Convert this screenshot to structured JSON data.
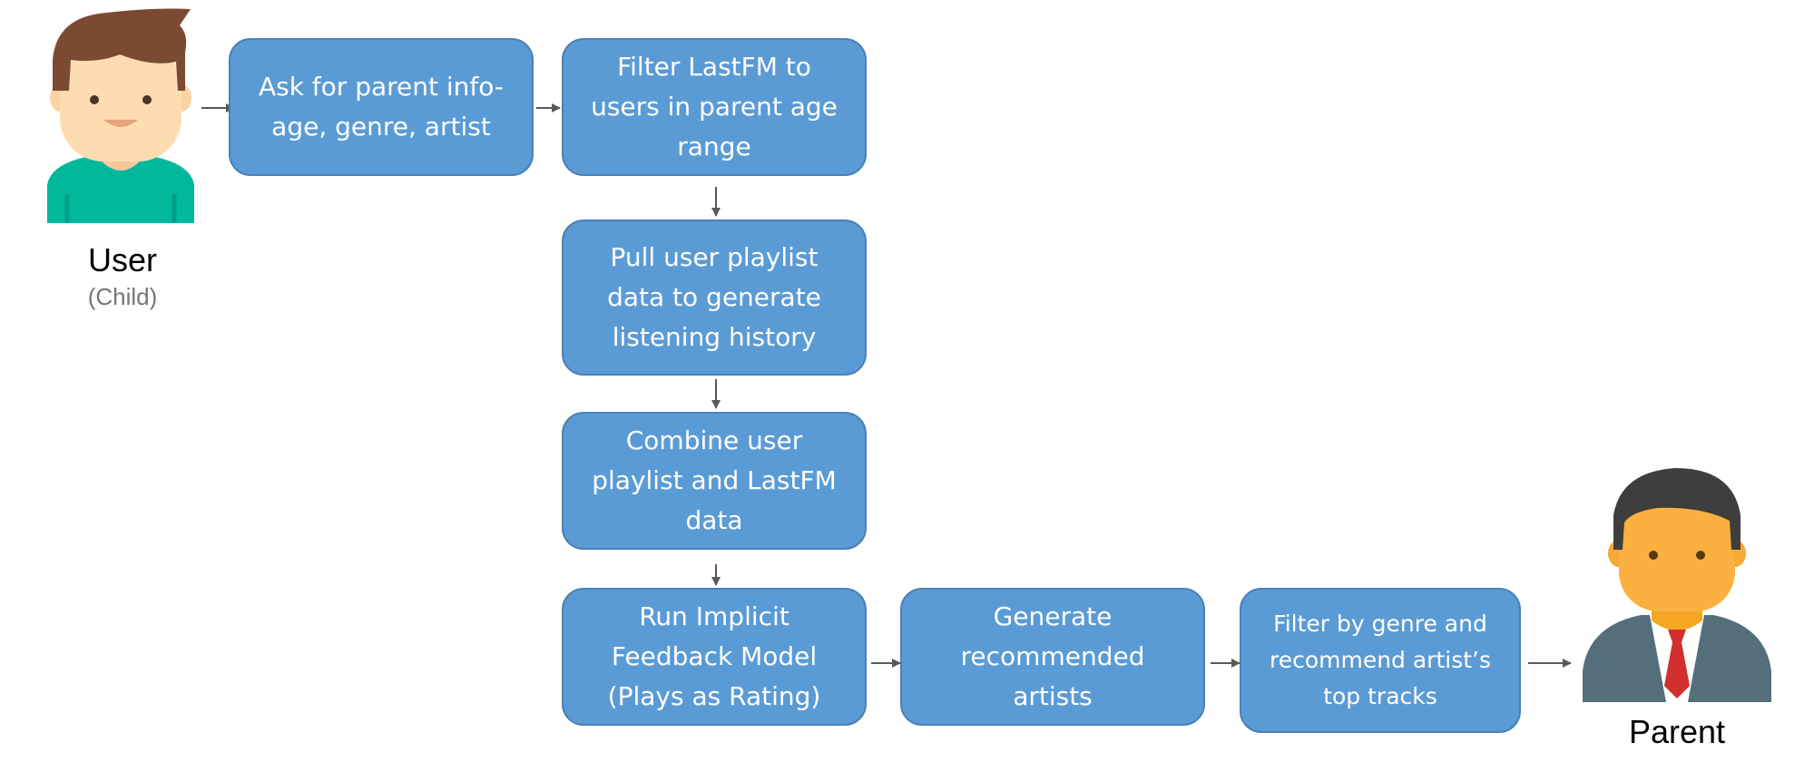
{
  "actors": {
    "user": {
      "label": "User",
      "sublabel": "(Child)"
    },
    "parent": {
      "label": "Parent"
    }
  },
  "steps": {
    "ask_parent_info": "Ask for parent info-\nage, genre, artist",
    "filter_lastfm": "Filter LastFM to\nusers in parent age\nrange",
    "pull_playlist": "Pull user playlist\ndata to generate\nlistening history",
    "combine_data": "Combine user\nplaylist and LastFM\ndata",
    "run_model": "Run Implicit\nFeedback Model\n(Plays as Rating)",
    "generate_artists": "Generate\nrecommended\nartists",
    "filter_genre": "Filter by genre and\nrecommend artist’s\ntop tracks"
  },
  "colors": {
    "box_fill": "#5b9bd5",
    "box_border": "#4a80b5",
    "arrow": "#595959",
    "user_hair": "#7b4a33",
    "user_skin": "#fddcb1",
    "user_shirt": "#00b89c",
    "parent_hair": "#3e3e3e",
    "parent_skin": "#fbb040",
    "parent_suit": "#546e7a",
    "parent_tie": "#d32f2f"
  }
}
